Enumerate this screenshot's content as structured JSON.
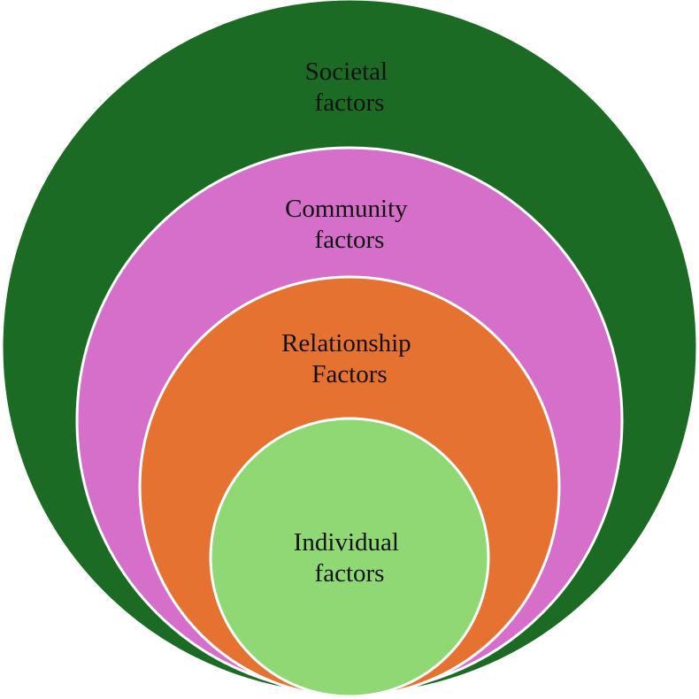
{
  "diagram": {
    "type": "nested-circles",
    "colors": {
      "outer_stroke": "#ffffff",
      "label_text": "#111111"
    },
    "rings": [
      {
        "id": "societal",
        "lines": [
          "Societal",
          "factors"
        ],
        "color": "#1c6b25"
      },
      {
        "id": "community",
        "lines": [
          "Community",
          "factors"
        ],
        "color": "#d56fc9"
      },
      {
        "id": "relationship",
        "lines": [
          "Relationship",
          "Factors"
        ],
        "color": "#e67232"
      },
      {
        "id": "individual",
        "lines": [
          "Individual",
          "factors"
        ],
        "color": "#8fd874"
      }
    ]
  }
}
